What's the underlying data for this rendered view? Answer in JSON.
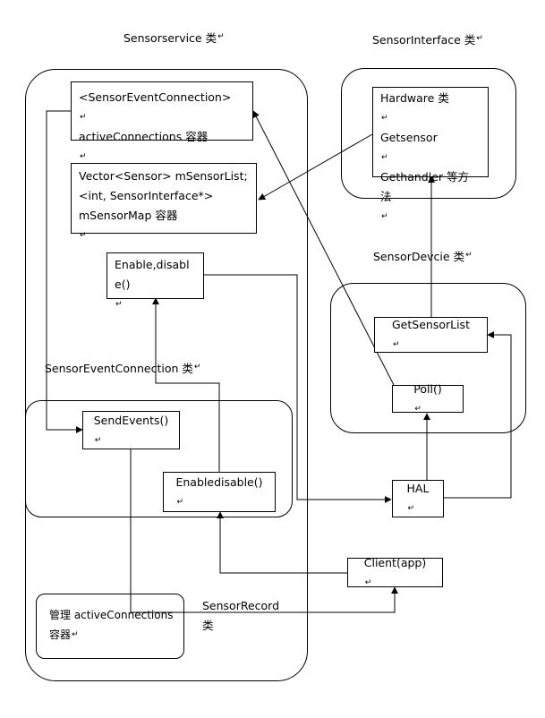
{
  "labels": {
    "sensorservice": "Sensorservice 类",
    "sensorinterface": "SensorInterface 类",
    "sensordevice": "SensorDevcie 类",
    "sensoreventconnection": "SensorEventConnection 类",
    "sensorrecord_line1": "SensorRecord",
    "sensorrecord_line2": "类"
  },
  "boxes": {
    "active_connections": {
      "line1": "<SensorEventConnection>",
      "line2": "activeConnections 容器"
    },
    "sensor_list": {
      "line1": "Vector<Sensor> mSensorList;",
      "line2": "<int, SensorInterface*>",
      "line3": "mSensorMap 容器"
    },
    "enable_disable": {
      "line1": "Enable,disabl",
      "line2": "e()"
    },
    "hardware": {
      "line1": "Hardware 类",
      "line2": "Getsensor",
      "line3": "Gethandler 等方",
      "line4": "法"
    },
    "get_sensor_list": {
      "text": "GetSensorList"
    },
    "poll": {
      "text": "Poll()"
    },
    "send_events": {
      "text": "SendEvents()"
    },
    "enabledisable": {
      "text": "Enabledisable()"
    },
    "hal": {
      "text": "HAL"
    },
    "client": {
      "text": "Client(app)"
    },
    "manage_connections": {
      "line1": "管理 activeConnections",
      "line2": "容器"
    }
  },
  "para_mark": "↵"
}
